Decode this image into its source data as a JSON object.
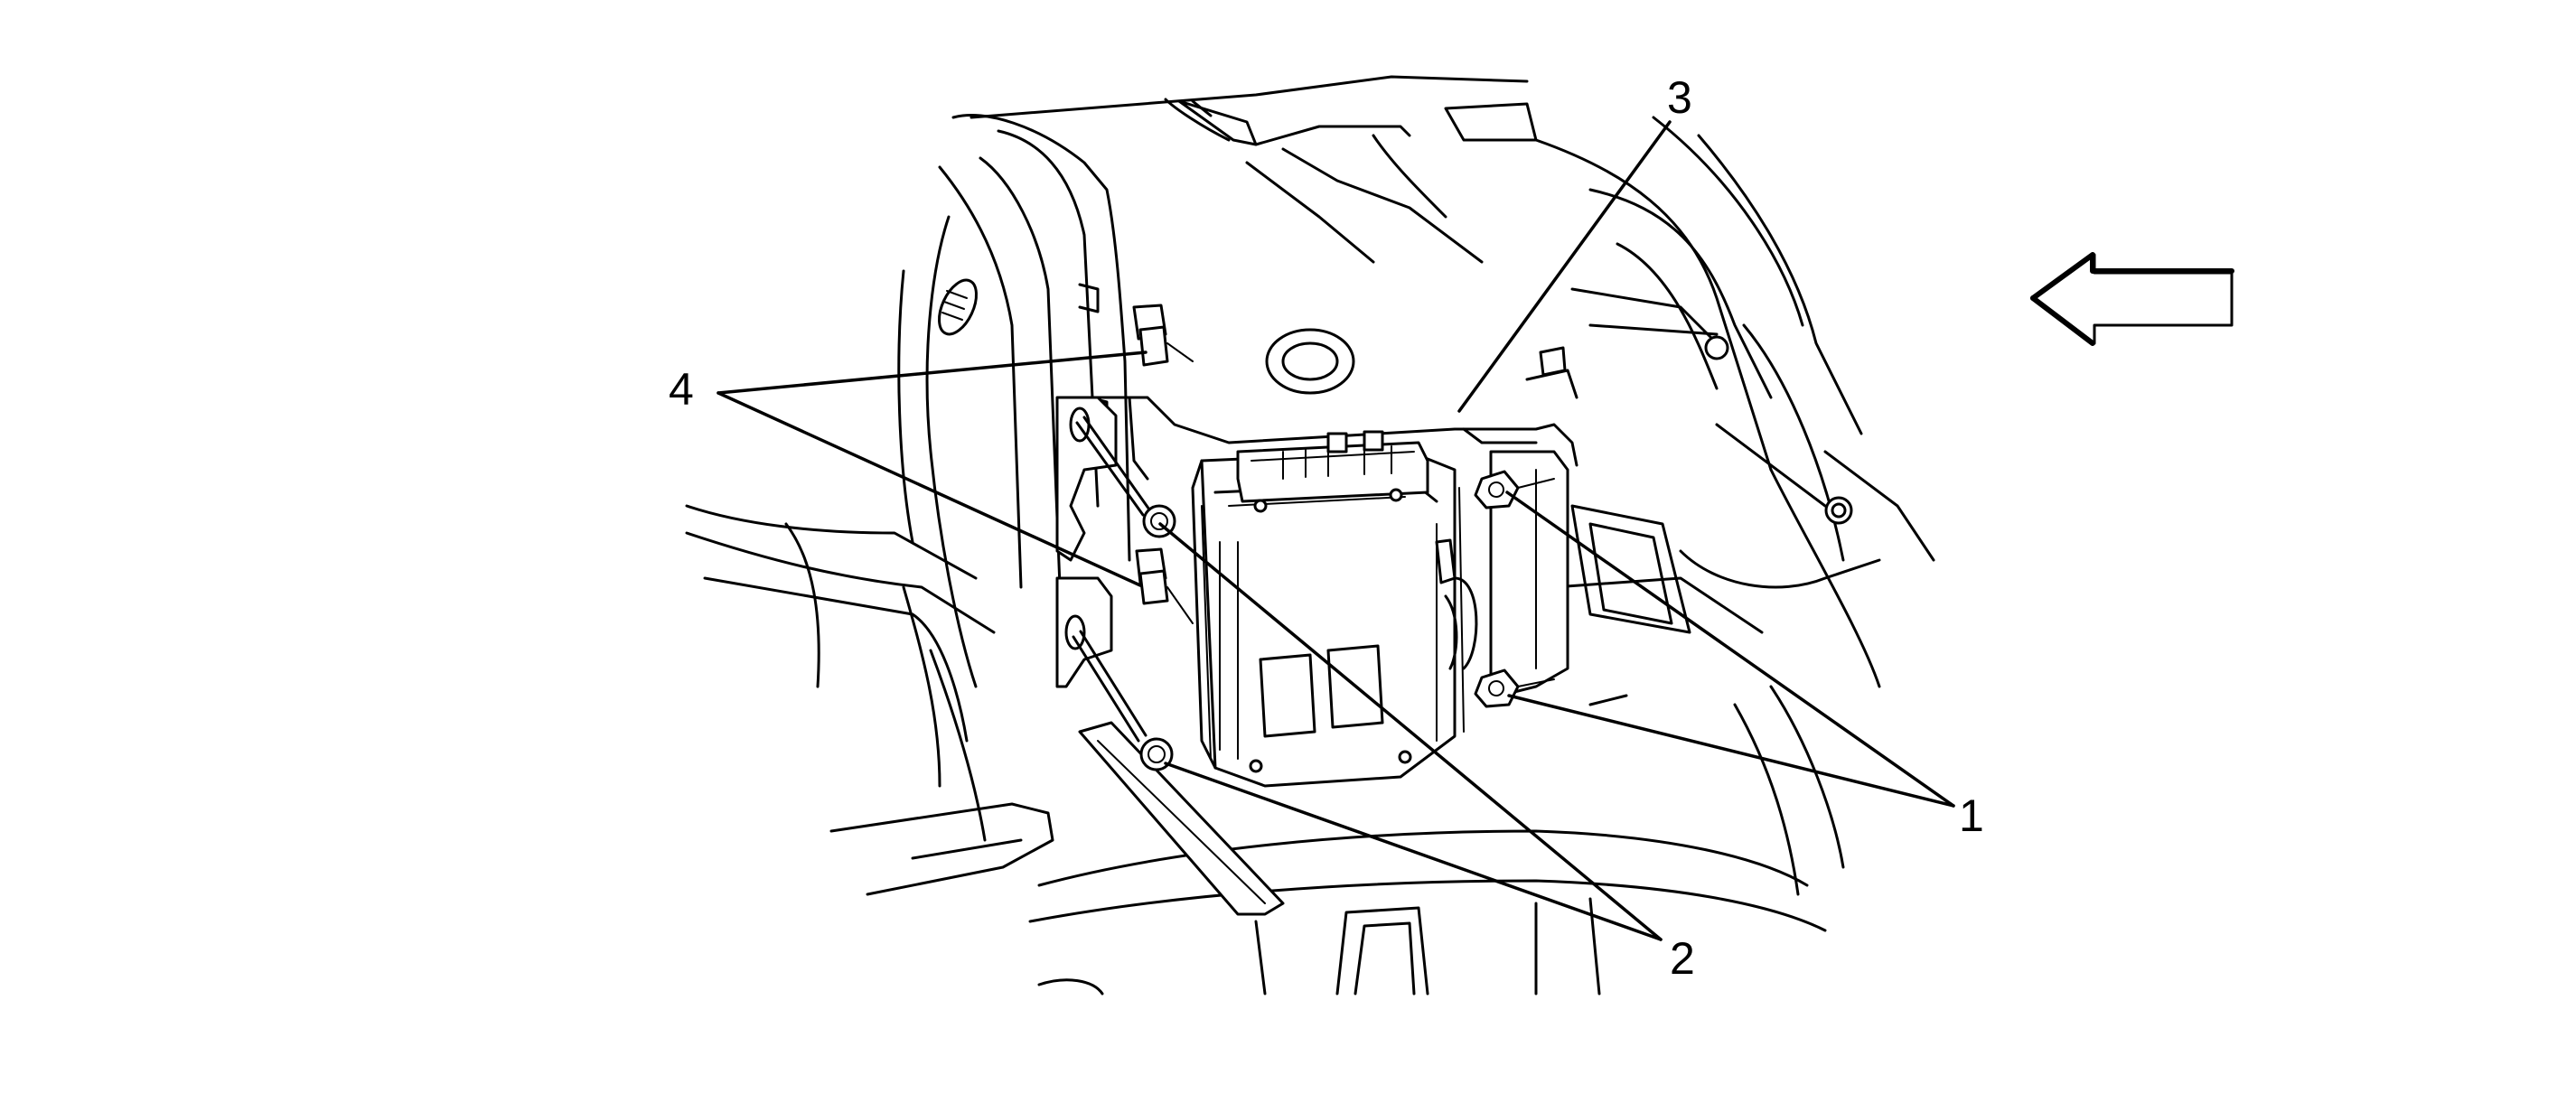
{
  "callouts": {
    "c1": "1",
    "c2": "2",
    "c3": "3",
    "c4": "4"
  },
  "direction_arrow": {
    "icon": "arrow-left-icon",
    "points": "left"
  },
  "line_color": "#000000",
  "background_color": "#ffffff"
}
